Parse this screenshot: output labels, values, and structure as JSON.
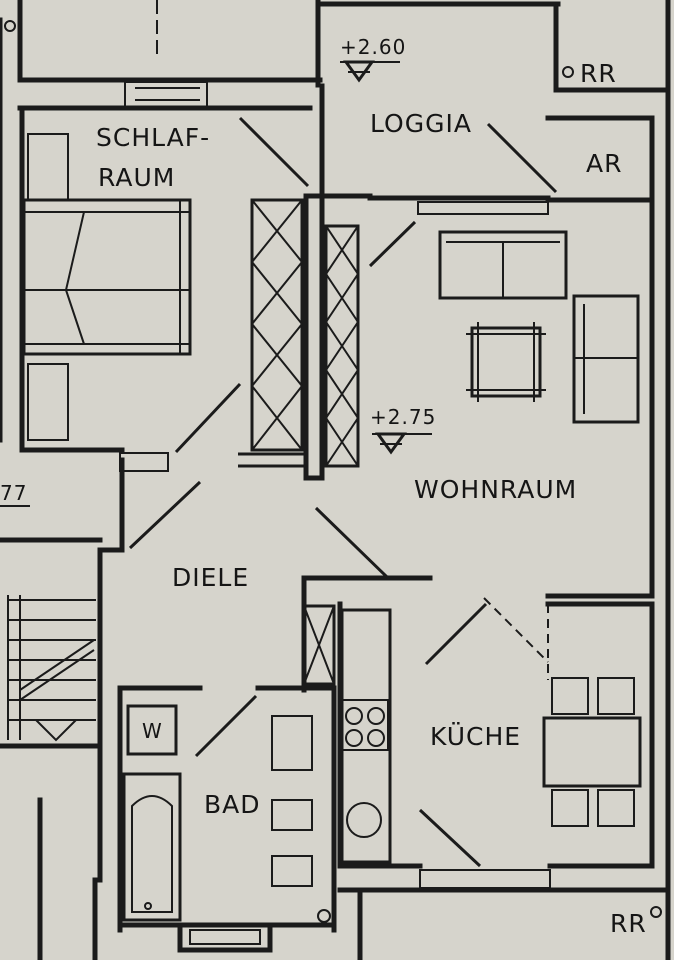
{
  "rooms": {
    "schlafraum_line1": "SCHLAF-",
    "schlafraum_line2": "RAUM",
    "loggia": "LOGGIA",
    "ar": "AR",
    "wohnraum": "WOHNRAUM",
    "diele": "DIELE",
    "kueche": "KÜCHE",
    "bad": "BAD",
    "w": "W"
  },
  "markers": {
    "rr_top": "RR",
    "rr_bottom": "RR"
  },
  "levels": {
    "loggia": "2.60",
    "wohnraum": "2.75",
    "left_edge_partial": "77"
  }
}
